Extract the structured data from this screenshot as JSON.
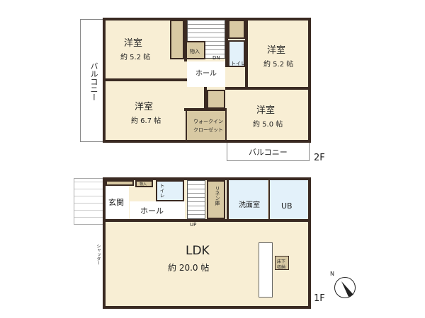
{
  "floor2": {
    "label": "2F",
    "balcony_left": "バルコニー",
    "balcony_bottom": "バルコニー",
    "rooms": [
      {
        "name": "洋室",
        "size": "約 5.2 帖"
      },
      {
        "name": "洋室",
        "size": "約 5.2 帖"
      },
      {
        "name": "洋室",
        "size": "約 6.7 帖"
      },
      {
        "name": "洋室",
        "size": "約 5.0 帖"
      }
    ],
    "storage": "物入",
    "toilet": "トイレ",
    "hall": "ホール",
    "stairs": "DN",
    "walkin_line1": "ウォークイン",
    "walkin_line2": "クローゼット"
  },
  "floor1": {
    "label": "1F",
    "entrance": "玄関",
    "storage": "物入",
    "toilet": "トイレ",
    "hall": "ホール",
    "stairs": "UP",
    "linen": "リネン庫",
    "washroom": "洗面室",
    "bath": "UB",
    "ldk": "LDK",
    "ldk_size": "約 20.0 帖",
    "underfloor_line1": "床下",
    "underfloor_line2": "収納",
    "shutter": "シャッター"
  },
  "compass": {
    "north": "N"
  }
}
